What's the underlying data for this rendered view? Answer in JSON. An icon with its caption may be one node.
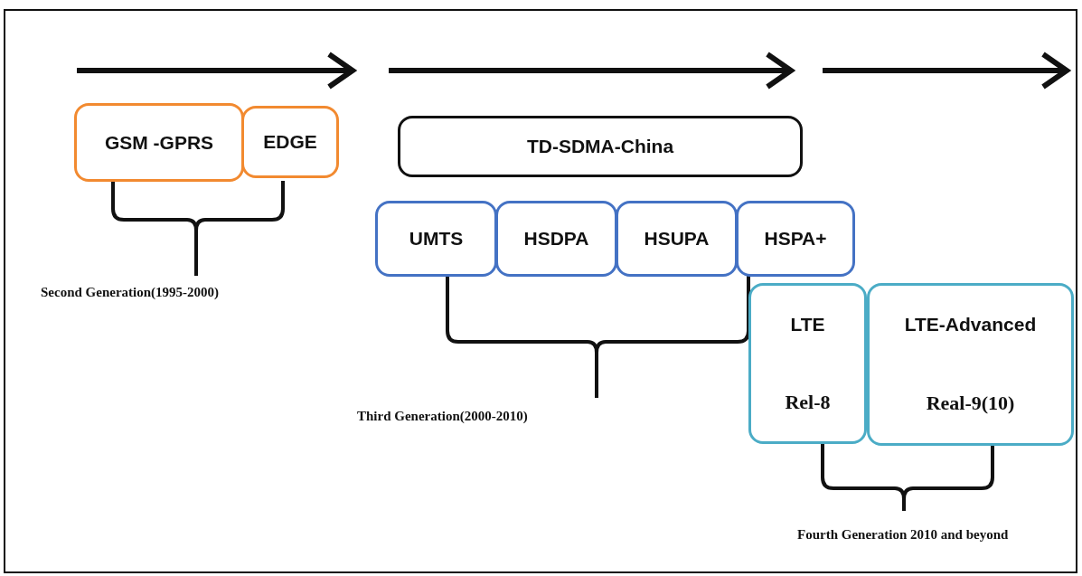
{
  "diagram": {
    "nodes": [
      {
        "text": [
          "GSM -GPRS"
        ]
      },
      {
        "text": [
          "EDGE"
        ]
      },
      {
        "text": [
          "TD-SDMA-China"
        ]
      },
      {
        "text": [
          "UMTS"
        ]
      },
      {
        "text": [
          "HSDPA"
        ]
      },
      {
        "text": [
          "HSUPA"
        ]
      },
      {
        "text": [
          "HSPA+"
        ]
      },
      {
        "text": [
          "LTE",
          "Rel-8"
        ]
      },
      {
        "text": [
          "LTE-Advanced",
          "Real-9(10)"
        ]
      }
    ],
    "labels": [
      "Second Generation(1995-2000)",
      "Third Generation(2000-2010)",
      "Fourth Generation 2010 and beyond"
    ]
  }
}
